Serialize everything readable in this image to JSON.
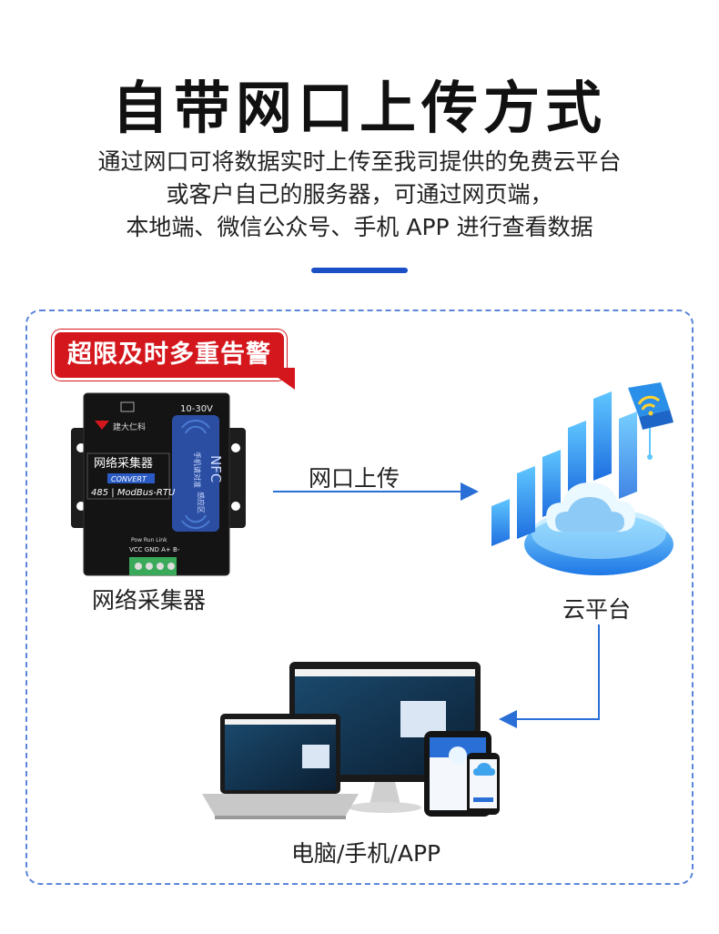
{
  "header": {
    "title": "自带网口上传方式",
    "subtitle_lines": [
      "通过网口可将数据实时上传至我司提供的免费云平台",
      "或客户自己的服务器，可通过网页端，",
      "本地端、微信公众号、手机 APP 进行查看数据"
    ]
  },
  "badge": {
    "text": "超限及时多重告警"
  },
  "device": {
    "label": "网络采集器",
    "brand": "建大仁科",
    "panel_title": "网络采集器",
    "panel_model": "CONVERT",
    "panel_protocol": "485 | ModBus-RTU",
    "voltage": "10-30V",
    "nfc_text": "NFC",
    "nfc_sub1": "手机请对准",
    "nfc_sub2": "感应区",
    "leds": "Pow   Run   Link",
    "terminals": "VCC GND A+  B-"
  },
  "arrow_upload": {
    "text": "网口上传"
  },
  "cloud": {
    "label": "云平台"
  },
  "clients": {
    "label": "电脑/手机/APP"
  },
  "colors": {
    "accent": "#1a4fc6",
    "alert": "#d4171d",
    "arrow": "#2a6fd6"
  }
}
